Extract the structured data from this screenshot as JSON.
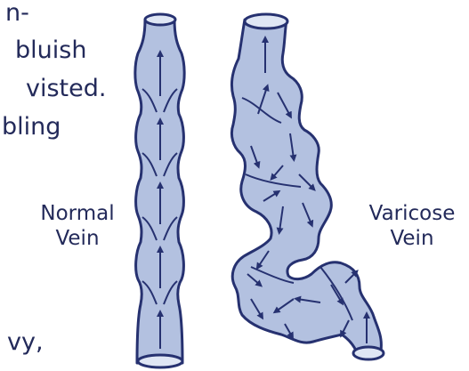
{
  "text_fragments": [
    "n-",
    "bluish",
    "visted.",
    "bling",
    "vy,"
  ],
  "labels": {
    "normal": [
      "Normal",
      "Vein"
    ],
    "varicose": [
      "Varicose",
      "Vein"
    ]
  },
  "colors": {
    "vein_fill": "#b3c1e0",
    "vein_stroke": "#263170",
    "arrow": "#263170",
    "text": "#232a5a"
  }
}
